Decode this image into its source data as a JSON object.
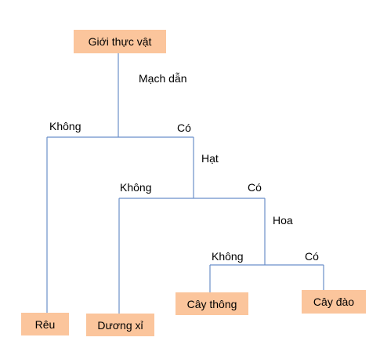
{
  "nodes": {
    "root": "Giới thực vật",
    "reu": "Rêu",
    "duong_xi": "Dương xỉ",
    "cay_thong": "Cây thông",
    "cay_dao": "Cây đào"
  },
  "criteria": {
    "mach_dan": "Mạch dẫn",
    "hat": "Hạt",
    "hoa": "Hoa"
  },
  "branches": {
    "no": "Không",
    "yes": "Có"
  },
  "colors": {
    "node_fill": "#fbc59c",
    "line": "#6b8fc9"
  }
}
